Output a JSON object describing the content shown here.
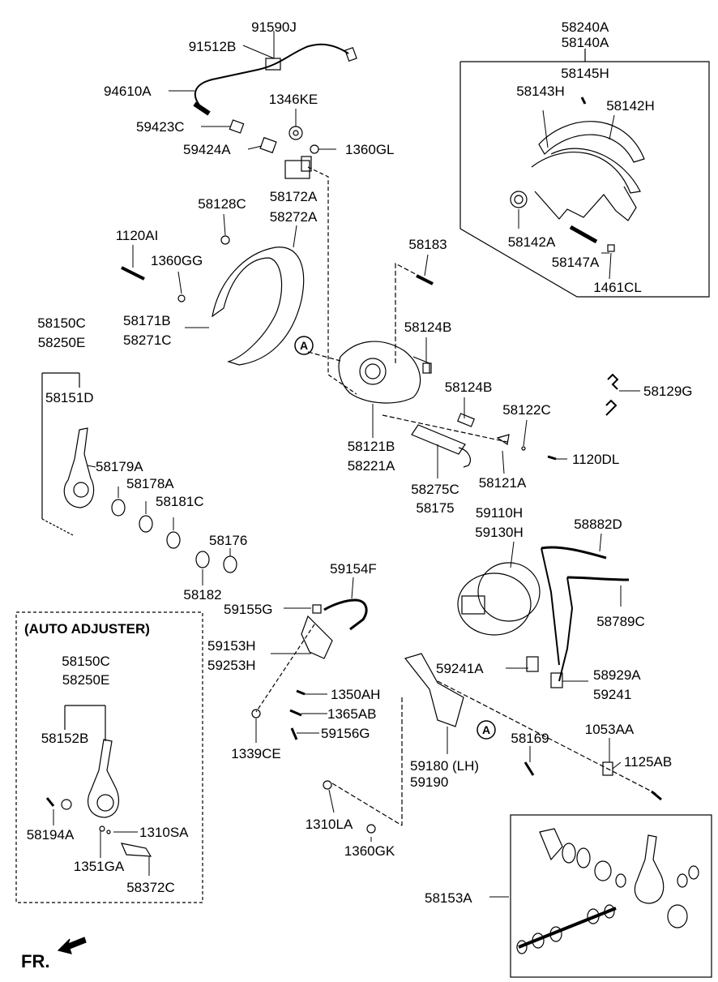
{
  "labels": {
    "p91590J": "91590J",
    "p91512B": "91512B",
    "p94610A": "94610A",
    "p59423C": "59423C",
    "p59424A": "59424A",
    "p1346KE": "1346KE",
    "p1360GL": "1360GL",
    "p58172A": "58172A",
    "p58272A": "58272A",
    "p58128C": "58128C",
    "p1120AI": "1120AI",
    "p1360GG": "1360GG",
    "p58171B": "58171B",
    "p58271C": "58271C",
    "p58150C_top": "58150C",
    "p58250E_top": "58250E",
    "p58151D": "58151D",
    "p58179A": "58179A",
    "p58178A": "58178A",
    "p58181C": "58181C",
    "p58176": "58176",
    "p58182": "58182",
    "p58183": "58183",
    "p58124B_a": "58124B",
    "p58124B_b": "58124B",
    "p58122C": "58122C",
    "p58121B": "58121B",
    "p58221A": "58221A",
    "p58275C": "58275C",
    "p58175": "58175",
    "p58121A": "58121A",
    "p1120DL": "1120DL",
    "p58129G": "58129G",
    "p58240A": "58240A",
    "p58140A": "58140A",
    "p58145H": "58145H",
    "p58143H": "58143H",
    "p58142H": "58142H",
    "p58142A": "58142A",
    "p58147A": "58147A",
    "p1461CL": "1461CL",
    "p59110H": "59110H",
    "p59130H": "59130H",
    "p58882D": "58882D",
    "p58789C": "58789C",
    "p59154F": "59154F",
    "p59155G": "59155G",
    "p59153H": "59153H",
    "p59253H": "59253H",
    "p1350AH": "1350AH",
    "p1365AB": "1365AB",
    "p59156G": "59156G",
    "p1339CE": "1339CE",
    "p59241A": "59241A",
    "p58929A": "58929A",
    "p59241": "59241",
    "p59180": "59180 (LH)",
    "p59190": "59190",
    "p58169": "58169",
    "p1053AA": "1053AA",
    "p1125AB": "1125AB",
    "p1310LA": "1310LA",
    "p1360GK": "1360GK",
    "p58153A": "58153A",
    "auto_title": "(AUTO ADJUSTER)",
    "p58150C_auto": "58150C",
    "p58250E_auto": "58250E",
    "p58152B": "58152B",
    "p58194A": "58194A",
    "p1310SA": "1310SA",
    "p1351GA": "1351GA",
    "p58372C": "58372C",
    "fr": "FR.",
    "ref_a1": "A",
    "ref_a2": "A"
  }
}
